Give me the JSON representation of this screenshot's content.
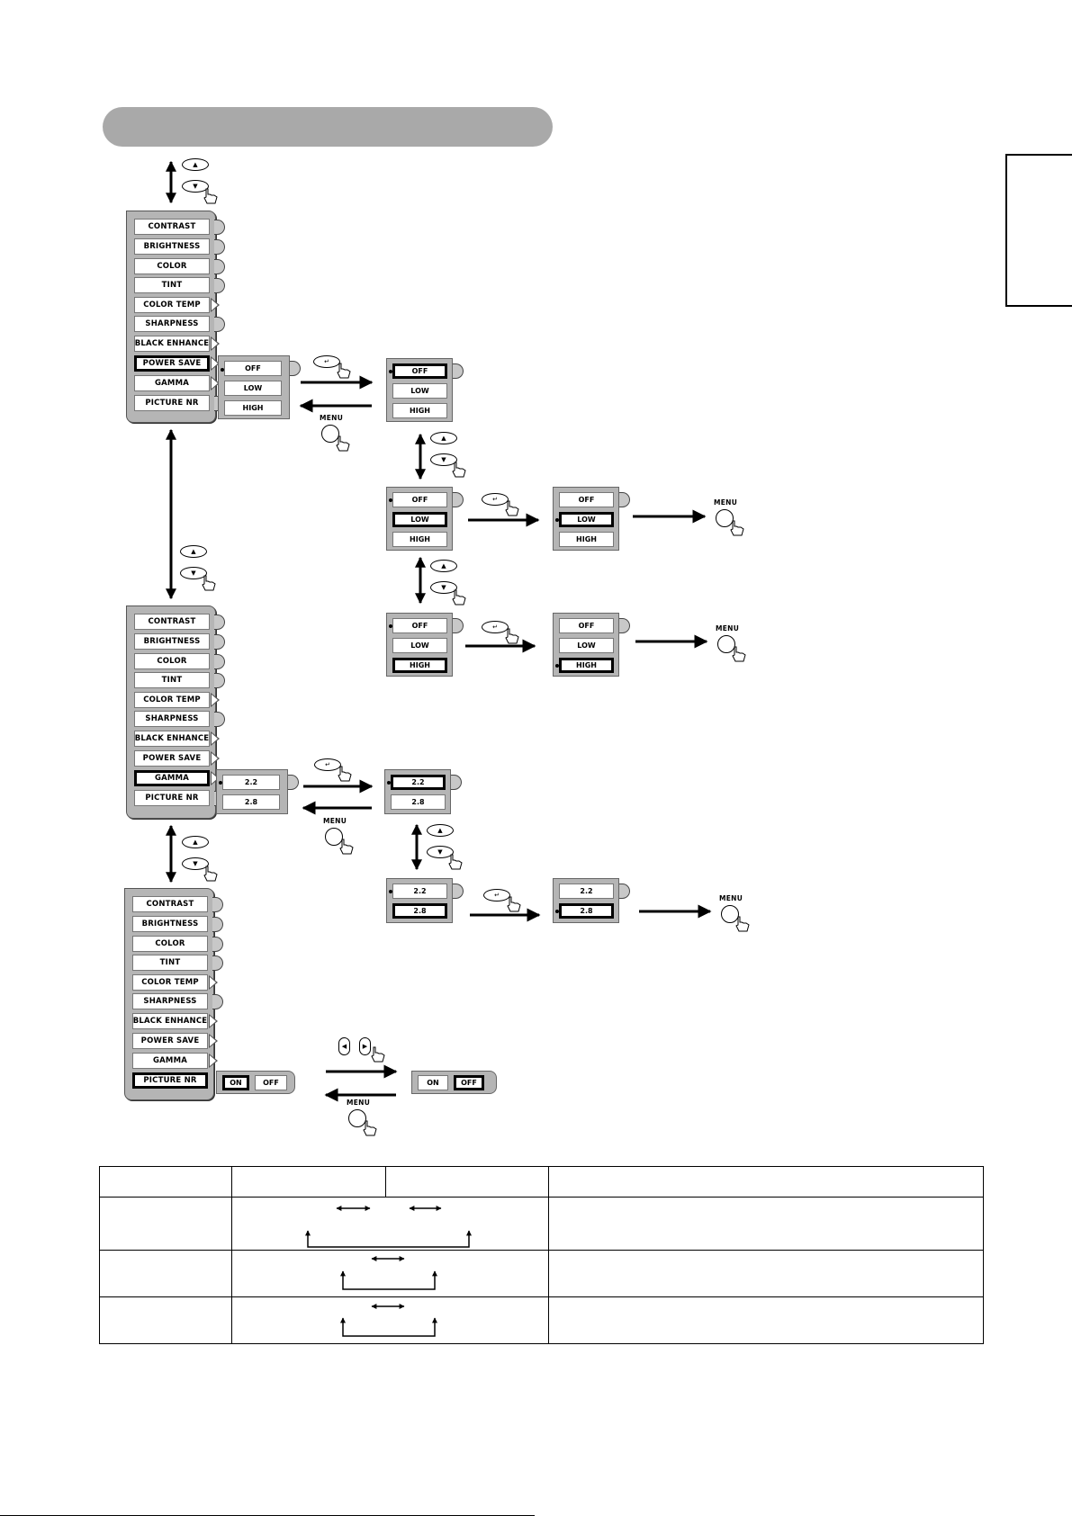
{
  "main_menu": {
    "items": [
      "CONTRAST",
      "BRIGHTNESS",
      "COLOR",
      "TINT",
      "COLOR TEMP",
      "SHARPNESS",
      "BLACK ENHANCE",
      "POWER SAVE",
      "GAMMA",
      "PICTURE NR"
    ],
    "submenu_markers": [
      "round",
      "round",
      "round",
      "round",
      "triangle",
      "round",
      "triangle",
      "triangle",
      "triangle",
      "round"
    ]
  },
  "power_save": {
    "options": [
      "OFF",
      "LOW",
      "HIGH"
    ]
  },
  "gamma": {
    "options": [
      "2.2",
      "2.8"
    ]
  },
  "picture_nr": {
    "on_label": "ON",
    "off_label": "OFF"
  },
  "buttons": {
    "menu_label": "MENU",
    "up_icon": "up-arrow-button-icon",
    "down_icon": "down-arrow-button-icon",
    "enter_icon": "enter-button-icon",
    "left_icon": "left-button-icon",
    "right_icon": "right-button-icon"
  }
}
